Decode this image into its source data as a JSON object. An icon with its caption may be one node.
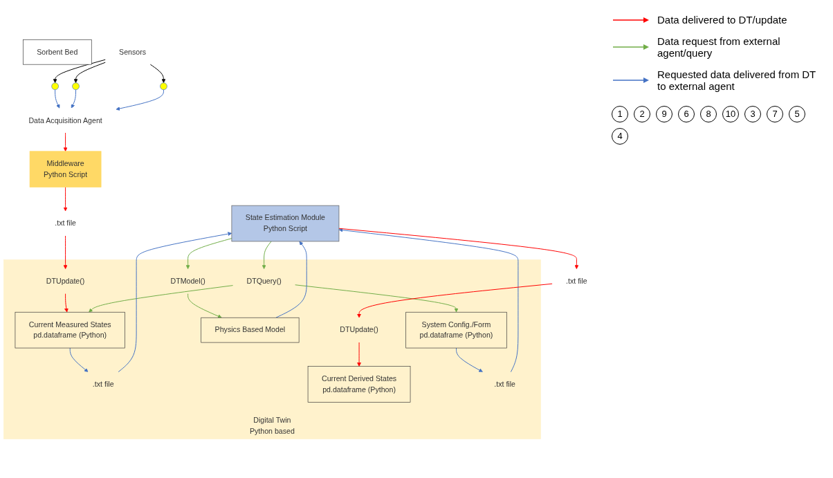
{
  "diagram": {
    "nodes": [
      {
        "text": [
          "Sorbent Bed"
        ]
      },
      {
        "text": [],
        "shape": "circle"
      },
      {
        "text": [],
        "shape": "circle"
      },
      {
        "text": [],
        "shape": "circle"
      },
      {
        "text": [
          "Sensors"
        ]
      },
      {
        "text": [
          "Data Acquisition Agent"
        ]
      },
      {
        "text": [
          "State Estimation Module",
          "Python Script"
        ]
      },
      {
        "text": [
          "Middleware",
          "Python Script"
        ]
      },
      {
        "text": [
          ".txt file"
        ]
      },
      {
        "text": [
          ".txt file"
        ]
      },
      {
        "text": [
          "Digital Twin",
          "Python based"
        ]
      },
      {
        "text": [
          "DTUpdate()"
        ],
        "in": 10
      },
      {
        "text": [
          "DTQuery()"
        ],
        "in": 10
      },
      {
        "text": [
          "DTModel()"
        ],
        "in": 10
      },
      {
        "text": [
          "DTUpdate()"
        ],
        "in": 10
      },
      {
        "text": [
          "Current Measured States",
          "pd.dataframe (Python)"
        ],
        "in": 10
      },
      {
        "text": [
          "Physics Based Model"
        ],
        "in": 10
      },
      {
        "text": [
          ".txt file"
        ],
        "in": 10
      },
      {
        "text": [
          "System Config./Form",
          "pd.dataframe (Python)"
        ],
        "in": 10
      },
      {
        "text": [
          "Current Derived States",
          "pd.dataframe (Python)"
        ],
        "in": 10
      },
      {
        "text": [
          ".txt file"
        ],
        "in": 10
      }
    ],
    "edges": [
      {
        "from": 4,
        "to": 1,
        "arrow": "to",
        "color": "#000000"
      },
      {
        "from": 4,
        "to": 2,
        "arrow": "to",
        "color": "#000000"
      },
      {
        "from": 4,
        "to": 3,
        "arrow": "to",
        "color": "#000000"
      },
      {
        "from": 1,
        "to": 5,
        "arrow": "to"
      },
      {
        "from": 2,
        "to": 5,
        "arrow": "to"
      },
      {
        "from": 3,
        "to": 5,
        "arrow": "to"
      },
      {
        "from": 5,
        "to": 7,
        "arrow": "to",
        "color": "#ff0000"
      },
      {
        "from": 7,
        "to": 9,
        "arrow": "to",
        "color": "#ff0000"
      },
      {
        "from": 9,
        "to": 11,
        "arrow": "to",
        "color": "#ff0000"
      },
      {
        "from": 11,
        "to": 15,
        "arrow": "to",
        "color": "#ff0000"
      },
      {
        "from": 6,
        "to": 12,
        "arrow": "to",
        "color": "#70ad47"
      },
      {
        "from": 12,
        "to": 15,
        "arrow": "to",
        "color": "#70ad47"
      },
      {
        "from": 12,
        "to": 18,
        "arrow": "to",
        "color": "#70ad47"
      },
      {
        "from": 15,
        "to": 17,
        "arrow": "to"
      },
      {
        "from": 18,
        "to": 20,
        "arrow": "to"
      },
      {
        "from": 17,
        "to": 6,
        "arrow": "to"
      },
      {
        "from": 20,
        "to": 6,
        "arrow": "to"
      },
      {
        "from": 6,
        "to": 13,
        "arrow": "to",
        "color": "#70ad47"
      },
      {
        "from": 13,
        "to": 16,
        "arrow": "to",
        "color": "#70ad47"
      },
      {
        "from": 16,
        "to": 6,
        "arrow": "to"
      },
      {
        "from": 6,
        "to": 8,
        "arrow": "to",
        "color": "#ff0000"
      },
      {
        "from": 8,
        "to": 14,
        "arrow": "to",
        "color": "#ff0000"
      },
      {
        "from": 14,
        "to": 19,
        "arrow": "to",
        "color": "#ff0000"
      }
    ],
    "labels": [
      "1",
      "2",
      "9",
      "6",
      "8",
      "10",
      "3",
      "7",
      "5",
      "4"
    ],
    "legend": [
      {
        "text": "Data delivered to DT/update"
      },
      {
        "text": "Data request from external agent/query"
      },
      {
        "text": "Requested data delivered from DT to external agent"
      }
    ]
  }
}
